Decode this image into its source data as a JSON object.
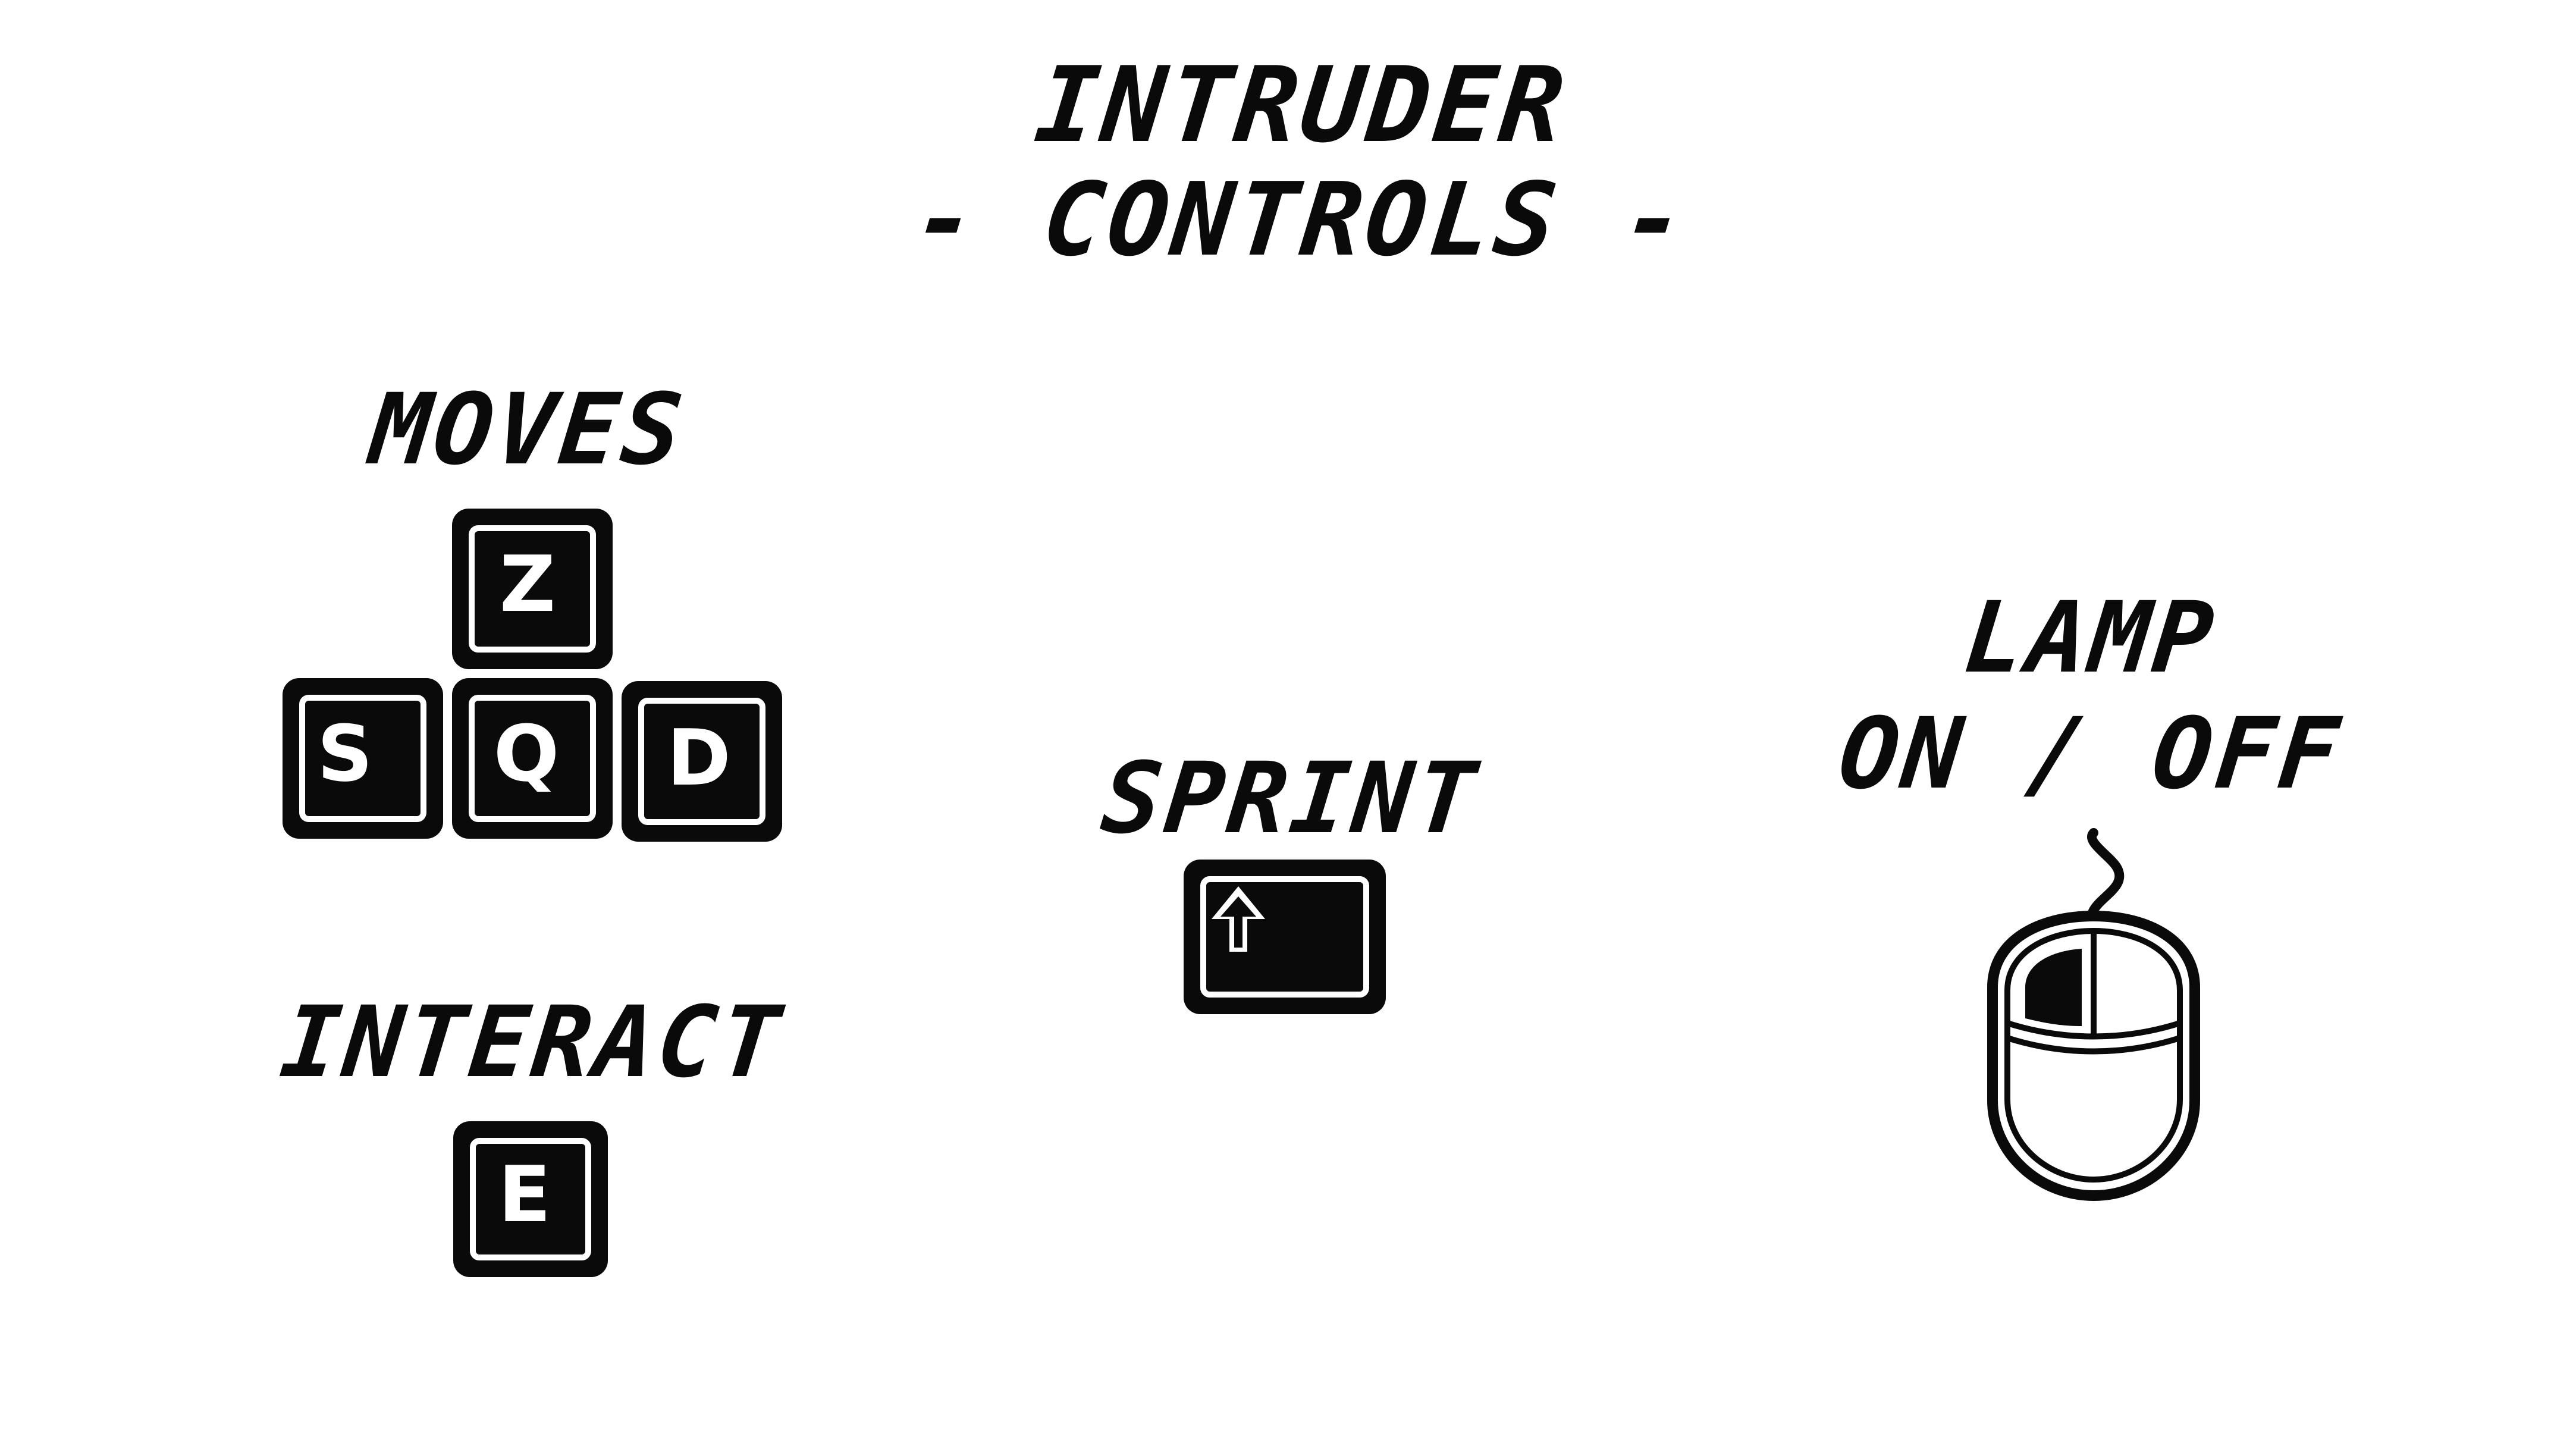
{
  "header": {
    "title_line1": "Intruder",
    "title_line2": "- Controls -"
  },
  "sections": {
    "moves": {
      "label": "Moves",
      "keys": {
        "up": "Z",
        "left": "S",
        "down": "Q",
        "right": "D"
      }
    },
    "interact": {
      "label": "Interact",
      "key": "E"
    },
    "sprint": {
      "label": "Sprint",
      "key_icon": "shift-arrow-icon"
    },
    "lamp": {
      "label_line1": "Lamp",
      "label_line2": "On / Off",
      "input_icon": "mouse-left-click-icon"
    }
  },
  "colors": {
    "ink": "#0a0a0a",
    "background": "#ffffff"
  }
}
